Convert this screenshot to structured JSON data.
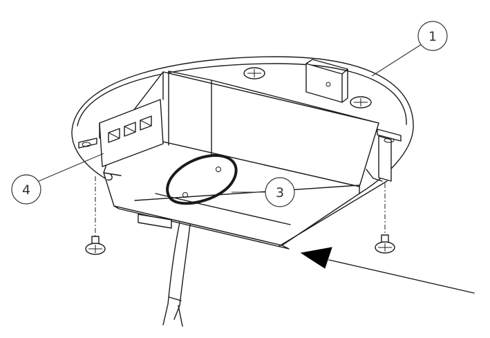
{
  "callouts": [
    {
      "id": "1",
      "label": "1"
    },
    {
      "id": "3",
      "label": "3"
    },
    {
      "id": "4",
      "label": "4"
    }
  ]
}
